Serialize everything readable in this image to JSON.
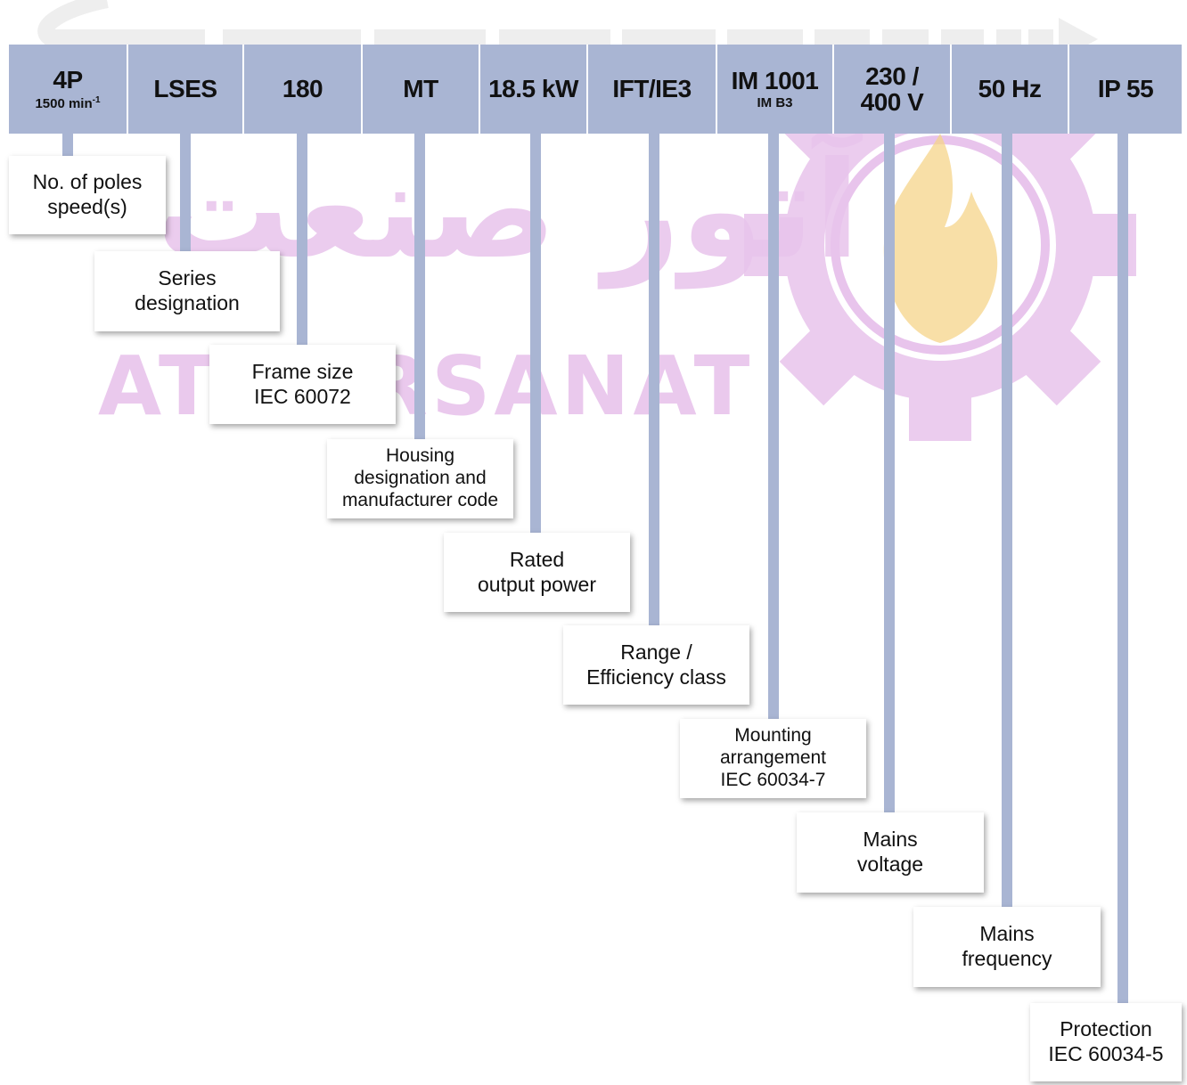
{
  "watermark": {
    "latin": "ATOORSANAT",
    "persian": "آتور صنعت"
  },
  "colors": {
    "band": "#a9b5d3",
    "watermark": "#e8c4ec",
    "flame": "#f6d48a"
  },
  "header_cells": [
    {
      "main": "4P",
      "sub": "1500 min",
      "sup": "-1"
    },
    {
      "main": "LSES",
      "sub": ""
    },
    {
      "main": "180",
      "sub": ""
    },
    {
      "main": "MT",
      "sub": ""
    },
    {
      "main": "18.5 kW",
      "sub": ""
    },
    {
      "main": "IFT/IE3",
      "sub": ""
    },
    {
      "main": "IM 1001",
      "sub": "IM B3"
    },
    {
      "main": "230 /",
      "sub": "400 V"
    },
    {
      "main": "50 Hz",
      "sub": ""
    },
    {
      "main": "IP 55",
      "sub": ""
    }
  ],
  "labels": [
    {
      "lines": [
        "No. of poles",
        "speed(s)"
      ]
    },
    {
      "lines": [
        "Series",
        "designation"
      ]
    },
    {
      "lines": [
        "Frame size",
        "IEC 60072"
      ]
    },
    {
      "lines": [
        "Housing",
        "designation and",
        "manufacturer code"
      ]
    },
    {
      "lines": [
        "Rated",
        "output power"
      ]
    },
    {
      "lines": [
        "Range /",
        "Efficiency class"
      ]
    },
    {
      "lines": [
        "Mounting",
        "arrangement",
        "IEC 60034-7"
      ]
    },
    {
      "lines": [
        "Mains",
        "voltage"
      ]
    },
    {
      "lines": [
        "Mains",
        "frequency"
      ]
    },
    {
      "lines": [
        "Protection",
        "IEC 60034-5"
      ]
    }
  ]
}
